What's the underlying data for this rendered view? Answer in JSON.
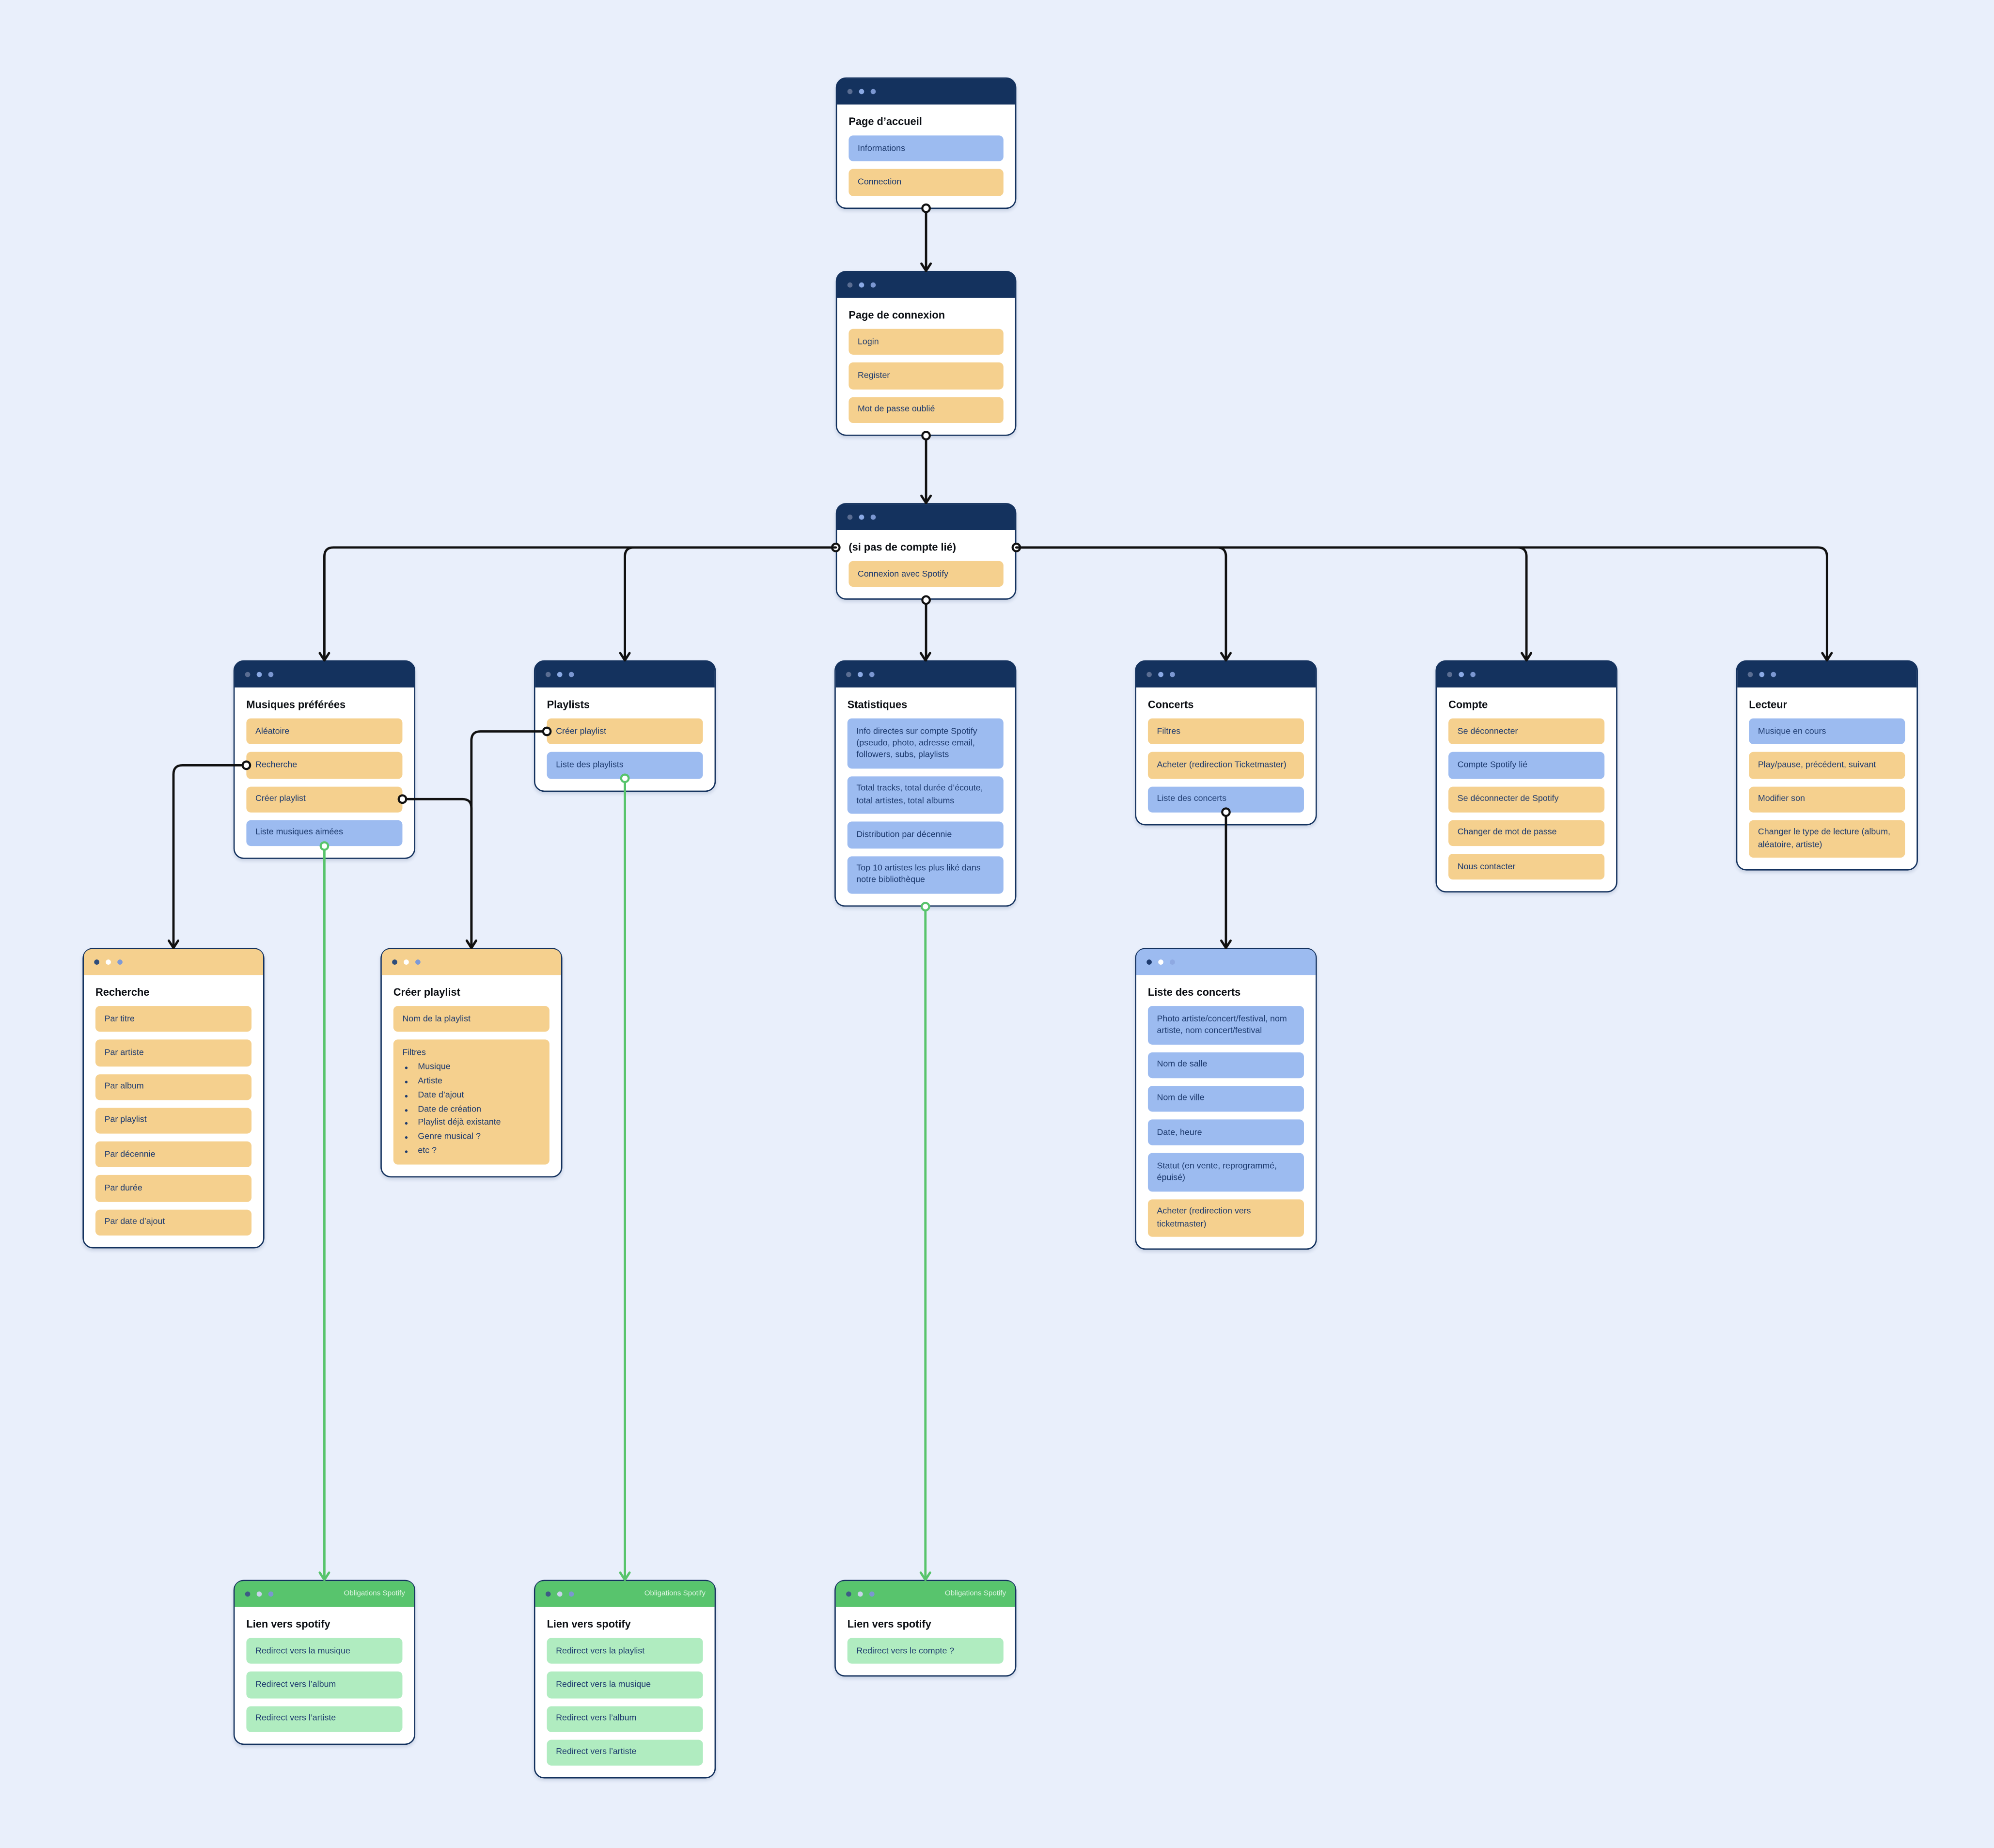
{
  "badge": "Obligations Spotify",
  "colors": {
    "bg": "#e9effb",
    "navy": "#14325e",
    "orange": "#f5d08e",
    "blue": "#9cbbf0",
    "green-header": "#58c46d",
    "green-chip": "#b0ecc0",
    "chip-text": "#1d3a6e",
    "line-black": "#111111",
    "line-green": "#58c46c"
  },
  "windows": {
    "accueil": {
      "title": "Page d’accueil",
      "items": [
        {
          "label": "Informations",
          "type": "blue"
        },
        {
          "label": "Connection",
          "type": "orange"
        }
      ]
    },
    "connexion": {
      "title": "Page de connexion",
      "items": [
        {
          "label": "Login",
          "type": "orange"
        },
        {
          "label": "Register",
          "type": "orange"
        },
        {
          "label": "Mot de passe oublié",
          "type": "orange"
        }
      ]
    },
    "sipas": {
      "title": "(si pas de compte lié)",
      "items": [
        {
          "label": "Connexion avec Spotify",
          "type": "orange"
        }
      ]
    },
    "musiques": {
      "title": "Musiques préférées",
      "items": [
        {
          "label": "Aléatoire",
          "type": "orange"
        },
        {
          "label": "Recherche",
          "type": "orange"
        },
        {
          "label": "Créer playlist",
          "type": "orange"
        },
        {
          "label": "Liste musiques aimées",
          "type": "blue"
        }
      ]
    },
    "playlists": {
      "title": "Playlists",
      "items": [
        {
          "label": "Créer playlist",
          "type": "orange"
        },
        {
          "label": "Liste des playlists",
          "type": "blue"
        }
      ]
    },
    "stats": {
      "title": "Statistiques",
      "items": [
        {
          "label": "Info directes sur compte Spotify (pseudo, photo, adresse email, followers, subs, playlists",
          "type": "blue"
        },
        {
          "label": "Total tracks, total durée d’écoute, total artistes, total albums",
          "type": "blue"
        },
        {
          "label": "Distribution par décennie",
          "type": "blue"
        },
        {
          "label": "Top 10 artistes les plus liké dans notre bibliothèque",
          "type": "blue"
        }
      ]
    },
    "concerts": {
      "title": "Concerts",
      "items": [
        {
          "label": "Filtres",
          "type": "orange"
        },
        {
          "label": "Acheter (redirection Ticketmaster)",
          "type": "orange"
        },
        {
          "label": "Liste des concerts",
          "type": "blue"
        }
      ]
    },
    "compte": {
      "title": "Compte",
      "items": [
        {
          "label": "Se déconnecter",
          "type": "orange"
        },
        {
          "label": "Compte Spotify lié",
          "type": "blue"
        },
        {
          "label": "Se déconnecter de Spotify",
          "type": "orange"
        },
        {
          "label": "Changer de mot de passe",
          "type": "orange"
        },
        {
          "label": "Nous contacter",
          "type": "orange"
        }
      ]
    },
    "lecteur": {
      "title": "Lecteur",
      "items": [
        {
          "label": "Musique en cours",
          "type": "blue"
        },
        {
          "label": "Play/pause, précédent, suivant",
          "type": "orange"
        },
        {
          "label": "Modifier son",
          "type": "orange"
        },
        {
          "label": "Changer le type de lecture (album, aléatoire, artiste)",
          "type": "orange"
        }
      ]
    },
    "recherche": {
      "title": "Recherche",
      "items": [
        {
          "label": "Par titre",
          "type": "orange"
        },
        {
          "label": "Par artiste",
          "type": "orange"
        },
        {
          "label": "Par album",
          "type": "orange"
        },
        {
          "label": "Par playlist",
          "type": "orange"
        },
        {
          "label": "Par décennie",
          "type": "orange"
        },
        {
          "label": "Par durée",
          "type": "orange"
        },
        {
          "label": "Par date d’ajout",
          "type": "orange"
        }
      ]
    },
    "creer": {
      "title": "Créer playlist",
      "items": [
        {
          "label": "Nom de la playlist",
          "type": "orange"
        }
      ],
      "filtres": {
        "label": "Filtres",
        "bullets": [
          "Musique",
          "Artiste",
          "Date d’ajout",
          "Date de création",
          "Playlist déjà existante",
          "Genre musical ?",
          "etc ?"
        ]
      }
    },
    "listeconcerts": {
      "title": "Liste des concerts",
      "items": [
        {
          "label": "Photo artiste/concert/festival, nom artiste, nom concert/festival",
          "type": "blue"
        },
        {
          "label": "Nom de salle",
          "type": "blue"
        },
        {
          "label": "Nom de ville",
          "type": "blue"
        },
        {
          "label": "Date, heure",
          "type": "blue"
        },
        {
          "label": "Statut (en vente, reprogrammé, épuisé)",
          "type": "blue"
        },
        {
          "label": "Acheter (redirection vers ticketmaster)",
          "type": "orange"
        }
      ]
    },
    "green1": {
      "title": "Lien vers spotify",
      "items": [
        {
          "label": "Redirect vers la musique",
          "type": "green"
        },
        {
          "label": "Redirect vers l’album",
          "type": "green"
        },
        {
          "label": "Redirect vers l’artiste",
          "type": "green"
        }
      ]
    },
    "green2": {
      "title": "Lien vers spotify",
      "items": [
        {
          "label": "Redirect vers la playlist",
          "type": "green"
        },
        {
          "label": "Redirect vers la musique",
          "type": "green"
        },
        {
          "label": "Redirect vers l’album",
          "type": "green"
        },
        {
          "label": "Redirect vers l’artiste",
          "type": "green"
        }
      ]
    },
    "green3": {
      "title": "Lien vers spotify",
      "items": [
        {
          "label": "Redirect vers le compte ?",
          "type": "green"
        }
      ]
    }
  }
}
